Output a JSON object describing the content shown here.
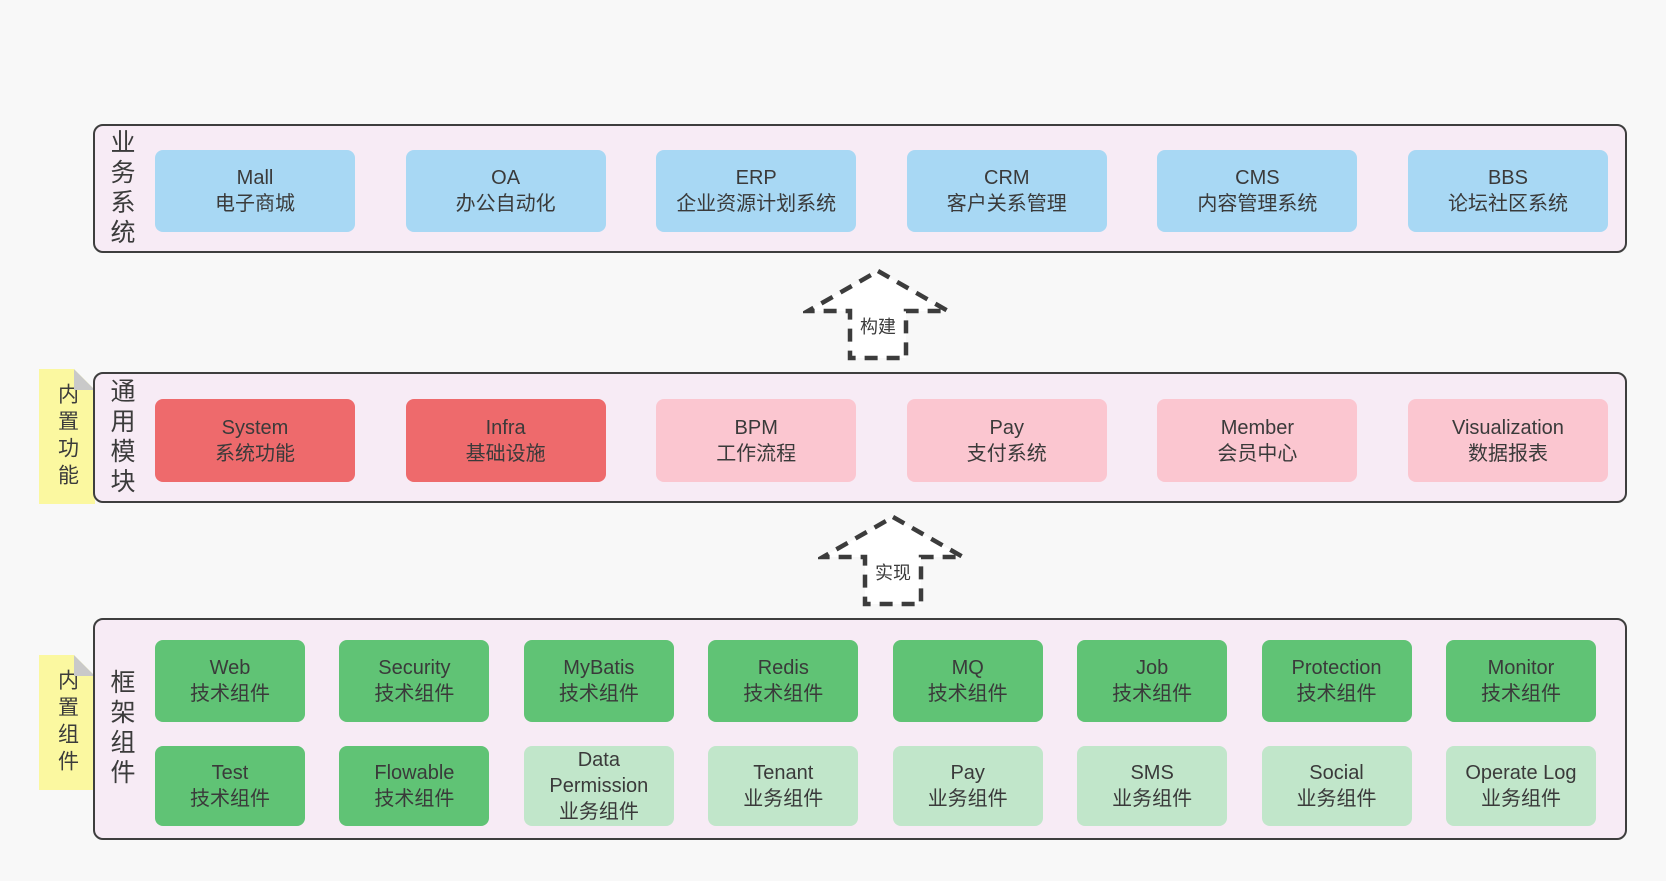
{
  "colors": {
    "page_bg": "#f8f8f8",
    "band_bg": "#f7ebf5",
    "band_border": "#3e3e3e",
    "node_blue": "#a8d8f4",
    "node_red": "#ee6a6c",
    "node_pink": "#fbc6d0",
    "node_green": "#60c375",
    "node_green_light": "#c1e6ca",
    "sticky_yellow": "#fbf8a0",
    "fold_gray": "#c9c9c9",
    "text": "#3b3b3b"
  },
  "bands": [
    {
      "label": "业务系统",
      "boxes": [
        {
          "en": "Mall",
          "zh": "电子商城"
        },
        {
          "en": "OA",
          "zh": "办公自动化"
        },
        {
          "en": "ERP",
          "zh": "企业资源计划系统"
        },
        {
          "en": "CRM",
          "zh": "客户关系管理"
        },
        {
          "en": "CMS",
          "zh": "内容管理系统"
        },
        {
          "en": "BBS",
          "zh": "论坛社区系统"
        }
      ]
    },
    {
      "label": "通用模块",
      "sticky": "内置功能",
      "boxes": [
        {
          "en": "System",
          "zh": "系统功能"
        },
        {
          "en": "Infra",
          "zh": "基础设施"
        },
        {
          "en": "BPM",
          "zh": "工作流程"
        },
        {
          "en": "Pay",
          "zh": "支付系统"
        },
        {
          "en": "Member",
          "zh": "会员中心"
        },
        {
          "en": "Visualization",
          "zh": "数据报表"
        }
      ]
    },
    {
      "label": "框架组件",
      "sticky": "内置组件",
      "rows": [
        [
          {
            "en": "Web",
            "zh": "技术组件"
          },
          {
            "en": "Security",
            "zh": "技术组件"
          },
          {
            "en": "MyBatis",
            "zh": "技术组件"
          },
          {
            "en": "Redis",
            "zh": "技术组件"
          },
          {
            "en": "MQ",
            "zh": "技术组件"
          },
          {
            "en": "Job",
            "zh": "技术组件"
          },
          {
            "en": "Protection",
            "zh": "技术组件"
          },
          {
            "en": "Monitor",
            "zh": "技术组件"
          }
        ],
        [
          {
            "en": "Test",
            "zh": "技术组件"
          },
          {
            "en": "Flowable",
            "zh": "技术组件"
          },
          {
            "en": "Data Permission",
            "zh": "业务组件"
          },
          {
            "en": "Tenant",
            "zh": "业务组件"
          },
          {
            "en": "Pay",
            "zh": "业务组件"
          },
          {
            "en": "SMS",
            "zh": "业务组件"
          },
          {
            "en": "Social",
            "zh": "业务组件"
          },
          {
            "en": "Operate Log",
            "zh": "业务组件"
          }
        ]
      ]
    }
  ],
  "arrows": [
    {
      "label": "构建"
    },
    {
      "label": "实现"
    }
  ]
}
